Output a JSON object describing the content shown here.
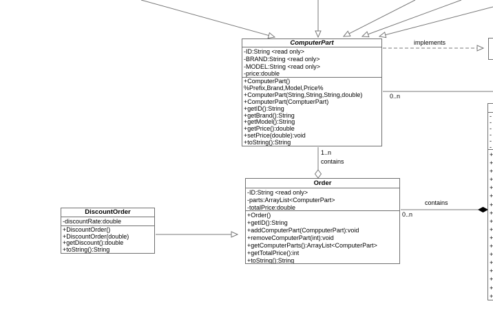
{
  "classes": {
    "computerPart": {
      "name": "ComputerPart",
      "attributes": [
        "-ID:String <read only>",
        "-BRAND:String <read only>",
        "-MODEL:String <read only>",
        "-price:double"
      ],
      "methods": [
        "+ComputerPart()",
        "%Prefix,Brand,Model,Price%",
        "+ComputerPart(String,String,String,double)",
        "+ComputerPart(ComptuerPart)",
        "+getID():String",
        "+getBrand():String",
        "+getModel():String",
        "+getPrice():double",
        "+setPrice(double):void",
        "+toString():String"
      ]
    },
    "order": {
      "name": "Order",
      "attributes": [
        "-ID:String <read only>",
        "-parts:ArrayList<ComputerPart>",
        "-totalPrice:double"
      ],
      "methods": [
        "+Order()",
        "+getID():String",
        "+addComputerPart(CompputerPart):void",
        "+removeComputerPart(int):void",
        "+getComputerParts():ArrayList<ComputerPart>",
        "+getTotalPrice():int",
        "+toString():String"
      ]
    },
    "discountOrder": {
      "name": "DiscountOrder",
      "attributes": [
        "-discountRate:double"
      ],
      "methods": [
        "+DiscountOrder()",
        "+DiscountOrder(double)",
        "+getDiscount():double",
        "+toString():String"
      ]
    },
    "rightPartial": {
      "name": "",
      "attributes": [
        "-",
        "-",
        "-",
        "-",
        "-",
        "-"
      ],
      "methods": [
        "+",
        "+",
        "+",
        "+",
        "+",
        "+",
        "+",
        "+",
        "+",
        "+",
        "+",
        "+",
        "+",
        "+",
        "+",
        "+",
        "+",
        "+"
      ]
    },
    "implementsTarget": {
      "name": ""
    }
  },
  "edges": {
    "implements_label": "implements",
    "computerpart_multiplicity": "0..n",
    "order_aggregation_multiplicity": "1..n",
    "order_aggregation_label": "contains",
    "right_aggregation_label": "contains",
    "right_aggregation_multiplicity": "0..n"
  },
  "colors": {
    "line": "#777777",
    "border": "#6e6e6e",
    "text": "#000000",
    "background": "#ffffff"
  }
}
